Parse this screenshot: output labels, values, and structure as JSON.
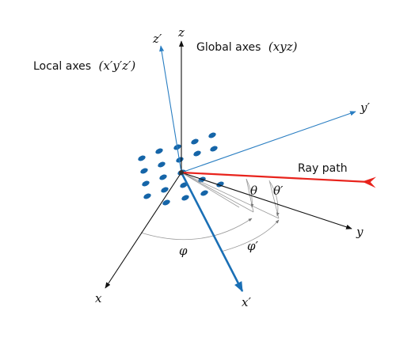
{
  "labels": {
    "global_axes_prefix": "Global axes",
    "global_axes_math": "(xyz)",
    "local_axes_prefix": "Local axes",
    "local_axes_math": "(x′y′z′)",
    "ray_path": "Ray path"
  },
  "axes": {
    "z": "z",
    "z_prime": "z′",
    "y": "y",
    "y_prime": "y′",
    "x": "x",
    "x_prime": "x′"
  },
  "angles": {
    "theta": "θ",
    "theta_prime": "θ′",
    "phi": "φ",
    "phi_prime": "φ′"
  },
  "colors": {
    "global_axes": "#111111",
    "local_axes": "#2a7ec2",
    "x_prime_axis": "#1a6fb5",
    "ray": "#e8231c",
    "array_elements": "#1565a8",
    "angle_arcs": "#888888"
  },
  "icons": [
    "arrowhead",
    "array-element-ellipse"
  ]
}
